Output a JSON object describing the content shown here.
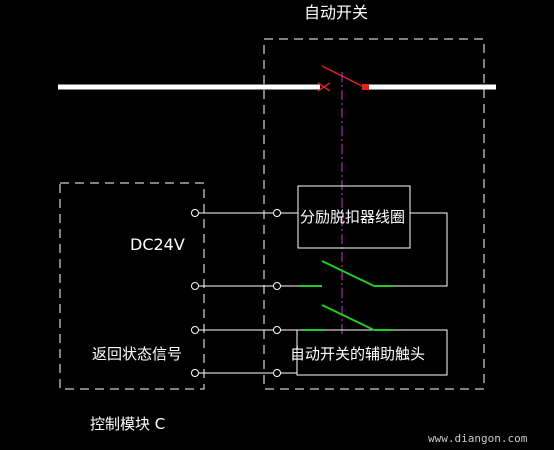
{
  "diagram": {
    "title": "自动开关",
    "shunt_trip_coil": "分励脱扣器线圈",
    "aux_contacts": "自动开关的辅助触头",
    "dc_supply": "DC24V",
    "return_signal": "返回状态信号",
    "control_module": "控制模块 C"
  },
  "watermark": "www.diangon.com",
  "colors": {
    "background": "#000000",
    "wire": "#ffffff",
    "contact": "#22cc22",
    "linkage": "#cc33cc",
    "main_switch": "#dd2222"
  }
}
